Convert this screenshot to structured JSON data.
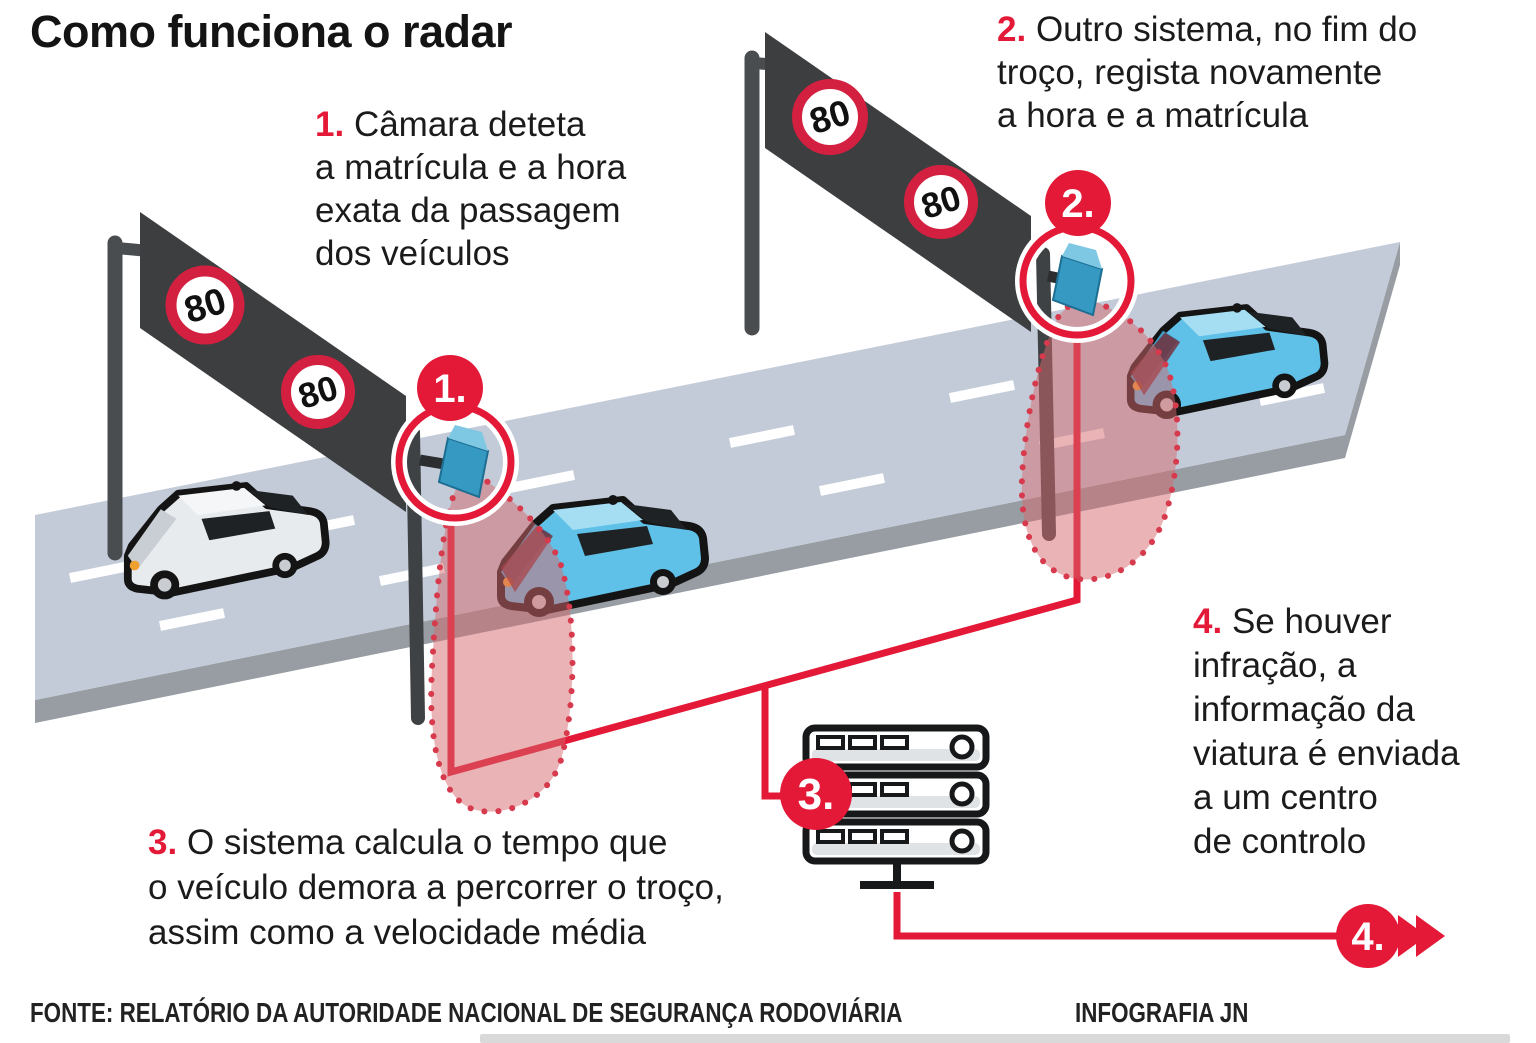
{
  "title": "Como funciona o radar",
  "steps": [
    {
      "num": "1.",
      "lines": [
        "Câmara deteta",
        "a matrícula e a hora",
        "exata da passagem",
        "dos veículos"
      ]
    },
    {
      "num": "2.",
      "lines": [
        "Outro sistema, no fim do",
        "troço, regista novamente",
        "a hora e a matrícula"
      ]
    },
    {
      "num": "3.",
      "lines": [
        "O sistema calcula o tempo que",
        "o veículo demora a percorrer o troço,",
        "assim como a velocidade média"
      ]
    },
    {
      "num": "4.",
      "lines": [
        "Se houver",
        "infração, a",
        "informação da",
        "viatura é enviada",
        "a um centro",
        "de controlo"
      ]
    }
  ],
  "badges": {
    "b1": "1.",
    "b2": "2.",
    "b3": "3.",
    "b4": "4."
  },
  "speed_limit": "80",
  "footer": {
    "source": "FONTE: RELATÓRIO DA AUTORIDADE NACIONAL DE SEGURANÇA RODOVIÁRIA",
    "credit": "INFOGRAFIA JN"
  },
  "icons": {
    "camera_1": "radar-camera",
    "camera_2": "radar-camera",
    "server": "control-center-server",
    "arrow": "forward-double-arrow"
  },
  "colors": {
    "accent_red": "#e31937",
    "sign_ring_red": "#d42040",
    "road_surface": "#c3cbd9",
    "road_side": "#979da3",
    "gantry_panel": "#3c3e40",
    "gantry_post": "#4a4d50",
    "car_blue": "#5fc0e8",
    "car_blue_roof": "#a5ddf3",
    "car_white": "#e8ebee",
    "car_white_roof": "#f4f6f8",
    "camera_teal": "#3599c2",
    "scan_cone": "#d66a6e",
    "scan_overlay": "#7a2028",
    "taillight_orange": "#f0a030",
    "server_outline": "#17181a",
    "bottom_bar": "#d9d9d9"
  }
}
